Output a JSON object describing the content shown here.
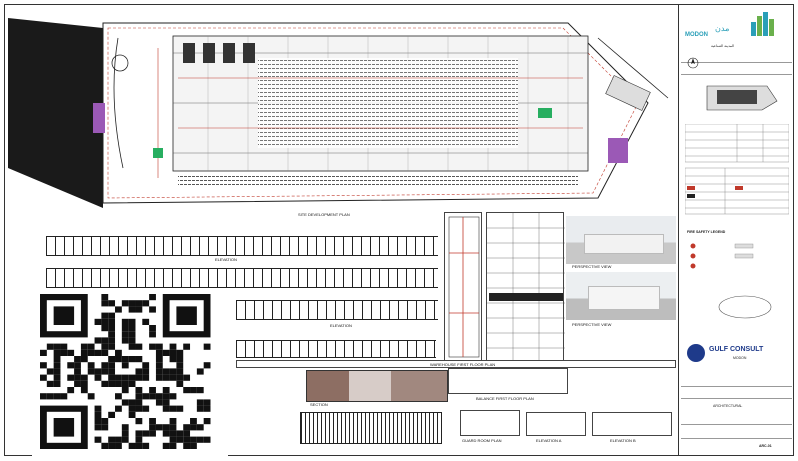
{
  "sheet": {
    "site_plan_title": "SITE DEVELOPMENT PLAN",
    "elevation_titles": [
      "ELEVATION",
      "ELEVATION"
    ],
    "first_floor_plan_title": "WAREHOUSE FIRST FLOOR PLAN",
    "balance_floor_title": "BALANCE FIRST FLOOR PLAN",
    "guard_room_title": "GUARD ROOM PLAN",
    "elevation_a_title": "ELEVATION A",
    "elevation_b_title": "ELEVATION B",
    "section_title": "SECTION",
    "perspective_titles": [
      "PERSPECTIVE VIEW",
      "PERSPECTIVE VIEW"
    ],
    "north_label": "N"
  },
  "title_block": {
    "logo_text": "MODON",
    "logo_arabic": "مدن",
    "city_label": "المدينة الصناعية",
    "legend_title": "FIRE SAFETY LEGEND",
    "consultant_name": "GULF CONSULT",
    "consultant_sub": "MODON",
    "project_label": "ARCHITECTURAL",
    "drawing_no": "ARC-01",
    "colors": {
      "brand_teal": "#2a9fb8",
      "brand_green": "#6ab04c",
      "accent_red": "#c0392b",
      "zone_purple": "#9b59b6",
      "zone_green": "#27ae60"
    }
  },
  "overlay": {
    "qr_code_label": "qr-code"
  }
}
